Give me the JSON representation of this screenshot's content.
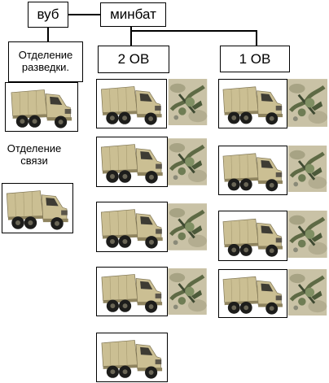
{
  "nodes": {
    "vub": "вуб",
    "minbat": "минбат",
    "recon": "Отделение разведки.",
    "signal": "Отделение связи",
    "ov2": "2 ОВ",
    "ov1": "1 ОВ"
  },
  "icons": {
    "truck": "ural-truck-icon",
    "mortar": "mortar-crew-icon"
  },
  "counts": {
    "ov2_trucks": 5,
    "ov2_mortars": 4,
    "ov1_trucks": 4,
    "ov1_mortars": 4
  },
  "colors": {
    "truck_body": "#cbbf93",
    "truck_shadow": "#8f845f",
    "tire": "#1d1d1b",
    "camo_green": "#7f8f63",
    "camo_tan": "#c9c2a6"
  }
}
